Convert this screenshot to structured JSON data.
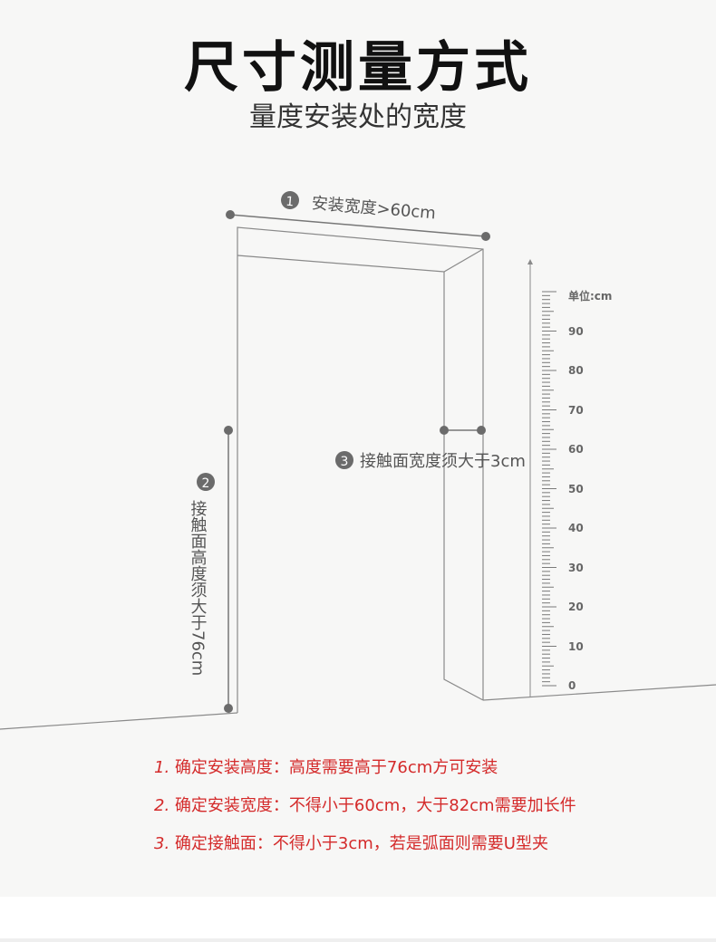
{
  "header": {
    "title": "尺寸测量方式",
    "subtitle": "量度安装处的宽度"
  },
  "measurements": [
    {
      "marker": "1",
      "label": "安装宽度>60cm"
    },
    {
      "marker": "2",
      "label": "接触面高度须大于76cm"
    },
    {
      "marker": "3",
      "label": "接触面宽度须大于3cm"
    }
  ],
  "ruler": {
    "unit_label": "单位:cm",
    "ticks": [
      "90",
      "80",
      "70",
      "60",
      "50",
      "40",
      "30",
      "20",
      "10",
      "0"
    ]
  },
  "notes": [
    {
      "num": "1.",
      "text": "确定安装高度：高度需要高于76cm方可安装"
    },
    {
      "num": "2.",
      "text": "确定安装宽度：不得小于60cm，大于82cm需要加长件"
    },
    {
      "num": "3.",
      "text": "确定接触面：不得小于3cm，若是弧面则需要U型夹"
    }
  ],
  "colors": {
    "line": "#777777",
    "dot": "#6b6b6b",
    "note_text": "#d42a2a"
  }
}
